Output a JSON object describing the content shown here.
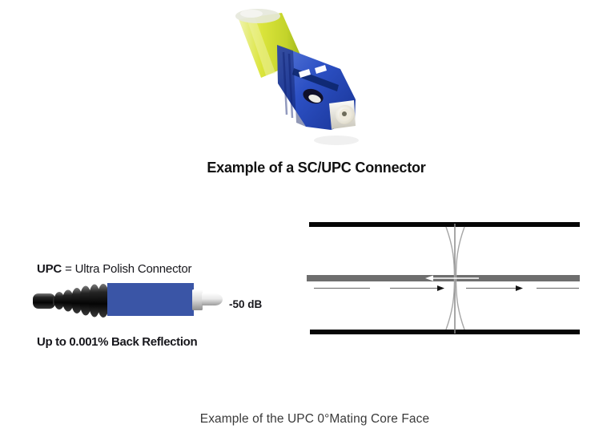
{
  "photo": {
    "caption": "Example of a SC/UPC Connector",
    "cable_color": "#d3df33",
    "connector_body_color": "#2d52c2",
    "ferrule_color": "#f2efe6"
  },
  "upc_panel": {
    "term": "UPC",
    "definition": "= Ultra Polish Connector",
    "return_loss": "-50 dB",
    "back_reflection": "Up to 0.001% Back Reflection",
    "drawing_body_color": "#3a55a6",
    "boot_dark_color": "#111111"
  },
  "mating_diagram": {
    "caption": "Example of the UPC 0°Mating Core Face",
    "outer_line_color": "#060606",
    "core_color": "#6e6e6e",
    "reflection_arrow_color": "#ffffff",
    "forward_arrow_color": "#141414",
    "forward_line_color": "#7a7a7a",
    "contact_curve_color": "#a6a6a6",
    "contact_line_color": "#8a8a8a"
  }
}
